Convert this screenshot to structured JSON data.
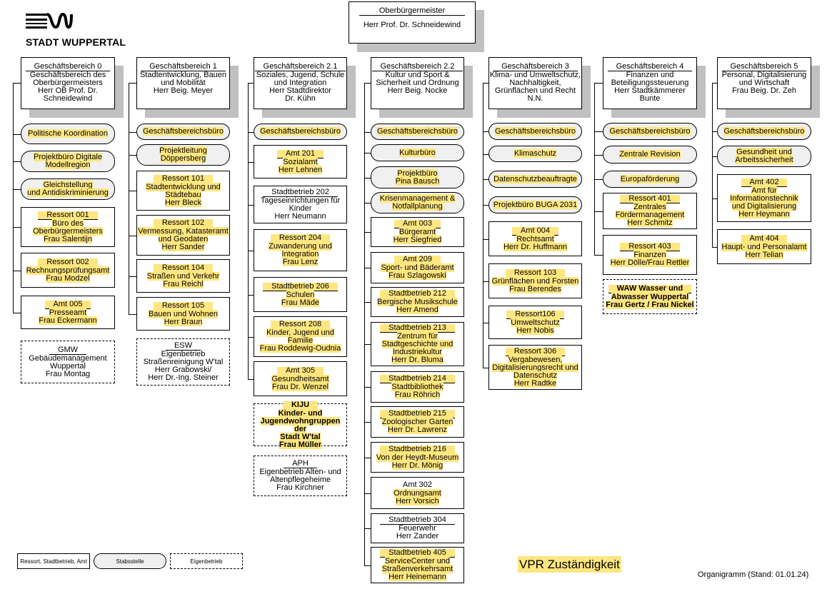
{
  "logo": {
    "name": "STADT WUPPERTAL",
    "icon": "wuppertal-logo"
  },
  "top": {
    "title": "Oberbürgermeister",
    "lines": [
      "Herr Prof. Dr. Schneidewind"
    ]
  },
  "columns": [
    {
      "header": {
        "title": "Geschäftsbereich 0",
        "lines": [
          "Geschäftsbereich des",
          "Oberbürgermeisters",
          "Herr OB Prof. Dr.",
          "Schneidewind"
        ]
      },
      "items": [
        {
          "type": "staff",
          "hl": true,
          "lines": [
            "Politische Koordination"
          ]
        },
        {
          "type": "staff",
          "hl": true,
          "lines": [
            "Projektbüro Digitale",
            "Modellregion"
          ]
        },
        {
          "type": "staff",
          "hl": true,
          "lines": [
            "Gleichstellung",
            "und Antidiskriminierung"
          ]
        },
        {
          "type": "unit",
          "hl": true,
          "title": "Ressort 001",
          "lines": [
            "Büro des",
            "Oberbürgermeisters",
            "Frau Salentijn"
          ]
        },
        {
          "type": "unit",
          "hl": true,
          "title": "Ressort 002",
          "lines": [
            "Rechnungsprüfungsamt",
            "Frau Modzel"
          ]
        },
        {
          "type": "unit",
          "hl": true,
          "title": "Amt 005",
          "lines": [
            "Presseamt",
            "Frau Eckermann"
          ]
        },
        {
          "type": "own",
          "hl": false,
          "title": "GMW",
          "lines": [
            "Gebäudemanagement",
            "Wuppertal",
            "Frau Montag"
          ]
        }
      ]
    },
    {
      "header": {
        "title": "Geschäftsbereich 1",
        "lines": [
          "Stadtentwicklung, Bauen",
          "und Mobilität",
          "Herr Beig. Meyer"
        ]
      },
      "items": [
        {
          "type": "staff",
          "hl": true,
          "lines": [
            "Geschäftsbereichsbüro"
          ]
        },
        {
          "type": "staff",
          "hl": true,
          "lines": [
            "Projektleitung",
            "Döppersberg"
          ]
        },
        {
          "type": "unit",
          "hl": true,
          "title": "Ressort 101",
          "lines": [
            "Stadtentwicklung und",
            "Städtebau",
            "Herr Bleck"
          ]
        },
        {
          "type": "unit",
          "hl": true,
          "title": "Ressort 102",
          "lines": [
            "Vermessung, Katasteramt",
            "und Geodaten",
            "Herr Sander"
          ]
        },
        {
          "type": "unit",
          "hl": true,
          "title": "Ressort 104",
          "lines": [
            "Straßen und Verkehr",
            "Frau Reichl"
          ]
        },
        {
          "type": "unit",
          "hl": true,
          "title": "Ressort 105",
          "lines": [
            "Bauen und Wohnen",
            "Herr Braun"
          ]
        },
        {
          "type": "own",
          "hl": false,
          "title": "ESW",
          "lines": [
            "Eigenbetrieb",
            "Straßenreinigung W'tal",
            "Herr Grabowski/",
            "Herr Dr.-Ing. Steiner"
          ]
        }
      ]
    },
    {
      "header": {
        "title": "Geschäftsbereich 2.1",
        "lines": [
          "Soziales, Jugend, Schule",
          "und Integration",
          "Herr Stadtdirektor",
          "Dr. Kühn"
        ]
      },
      "items": [
        {
          "type": "staff",
          "hl": true,
          "lines": [
            "Geschäftsbereichsbüro"
          ]
        },
        {
          "type": "unit",
          "hl": true,
          "title": "Amt 201",
          "lines": [
            "Sozialamt",
            "Herr Lehnen"
          ]
        },
        {
          "type": "unit",
          "hl": false,
          "title": "Stadtbetrieb 202",
          "lines": [
            "Tageseinrichtungen für",
            "Kinder",
            "Herr Neumann"
          ]
        },
        {
          "type": "unit",
          "hl": true,
          "title": "Ressort 204",
          "lines": [
            "Zuwanderung und",
            "Integration",
            "Frau Lenz"
          ]
        },
        {
          "type": "unit",
          "hl": true,
          "title": "Stadtbetrieb 206",
          "lines": [
            "Schulen",
            "Frau Mäde"
          ]
        },
        {
          "type": "unit",
          "hl": true,
          "title": "Ressort 208",
          "lines": [
            "Kinder, Jugend und",
            "Familie",
            "Frau Roddewig-Oudnia"
          ]
        },
        {
          "type": "unit",
          "hl": true,
          "title": "Amt 305",
          "lines": [
            "Gesundheitsamt",
            "Frau Dr. Wenzel"
          ]
        },
        {
          "type": "own",
          "hl": true,
          "bold": true,
          "title": "KIJU",
          "lines": [
            "Kinder- und",
            "Jugendwohngruppen der",
            "Stadt W'tal",
            "Frau Müller"
          ]
        },
        {
          "type": "own",
          "hl": false,
          "title": "APH",
          "lines": [
            "Eigenbetrieb Alten- und",
            "Altenpflegeheime",
            "Frau Kirchner"
          ]
        }
      ]
    },
    {
      "header": {
        "title": "Geschäftsbereich 2.2",
        "lines": [
          "Kultur und Sport &",
          "Sicherheit und Ordnung",
          "Herr Beig. Nocke"
        ]
      },
      "items": [
        {
          "type": "staff",
          "hl": true,
          "lines": [
            "Geschäftsbereichsbüro"
          ]
        },
        {
          "type": "staff",
          "hl": true,
          "lines": [
            "Kulturbüro"
          ]
        },
        {
          "type": "staff",
          "hl": true,
          "lines": [
            "Projektbüro",
            "Pina Bausch"
          ]
        },
        {
          "type": "staff",
          "hl": true,
          "lines": [
            "Krisenmanagement &",
            "Notfallplanung"
          ]
        },
        {
          "type": "unit",
          "hl": true,
          "title": "Amt 003",
          "lines": [
            "Bürgeramt",
            "Herr Siegfried"
          ]
        },
        {
          "type": "unit",
          "hl": true,
          "title": "Amt 209",
          "lines": [
            "Sport- und Bäderamt",
            "Frau Szlagowski"
          ]
        },
        {
          "type": "unit",
          "hl": true,
          "title": "Stadtbetrieb 212",
          "lines": [
            "Bergische Musikschule",
            "Herr Amend"
          ]
        },
        {
          "type": "unit",
          "hl": true,
          "title": "Stadtbetrieb 213",
          "lines": [
            "Zentrum für",
            "Stadtgeschichte und",
            "Industriekultur",
            "Herr Dr. Bluma"
          ]
        },
        {
          "type": "unit",
          "hl": true,
          "title": "Stadtbetrieb 214",
          "lines": [
            "Stadtbibliothek",
            "Frau Röhrich"
          ]
        },
        {
          "type": "unit",
          "hl": true,
          "title": "Stadtbetrieb 215",
          "lines": [
            "Zoologischer Garten",
            "Herr Dr. Lawrenz"
          ]
        },
        {
          "type": "unit",
          "hl": true,
          "title": "Stadtbetrieb 216",
          "lines": [
            "Von der Heydt-Museum",
            "Herr Dr. Mönig"
          ]
        },
        {
          "type": "unit",
          "hl": true,
          "hl_title": false,
          "title": "Amt 302",
          "lines": [
            "Ordnungsamt",
            "Herr Vorsich"
          ]
        },
        {
          "type": "unit",
          "hl": false,
          "title": "Stadtbetrieb 304",
          "lines": [
            "Feuerwehr",
            "Herr Zander"
          ]
        },
        {
          "type": "unit",
          "hl": true,
          "title": "Stadtbetrieb 405",
          "lines": [
            "ServiceCenter und",
            "Straßenverkehrsamt",
            "Herr Heinemann"
          ]
        }
      ]
    },
    {
      "header": {
        "title": "Geschäftsbereich 3",
        "lines": [
          "Klima- und Umweltschutz,",
          "Nachhaltigkeit,",
          "Grünflächen und Recht",
          "N.N."
        ]
      },
      "items": [
        {
          "type": "staff",
          "hl": true,
          "lines": [
            "Geschäftsbereichsbüro"
          ]
        },
        {
          "type": "staff",
          "hl": true,
          "lines": [
            "Klimaschutz"
          ]
        },
        {
          "type": "staff",
          "hl": true,
          "lines": [
            "Datenschutzbeauftragte"
          ]
        },
        {
          "type": "staff",
          "hl": true,
          "lines": [
            "Projektbüro BUGA 2031"
          ]
        },
        {
          "type": "unit",
          "hl": true,
          "title": "Amt 004",
          "lines": [
            "Rechtsamt",
            "Herr Dr. Huffmann"
          ]
        },
        {
          "type": "unit",
          "hl": true,
          "title": "Ressort 103",
          "lines": [
            "Grünflächen und Forsten",
            "Frau Berendes"
          ]
        },
        {
          "type": "unit",
          "hl": true,
          "title": "Ressort106",
          "lines": [
            "Umweltschutz",
            "Herr Nobis"
          ]
        },
        {
          "type": "unit",
          "hl": true,
          "title": "Ressort 306",
          "lines": [
            "Vergabewesen,",
            "Digitalisierungsrecht und",
            "Datenschutz",
            "Herr Radtke"
          ]
        }
      ]
    },
    {
      "header": {
        "title": "Geschäftsbereich 4",
        "lines": [
          "Finanzen und",
          "Beteiligungssteuerung",
          "Herr Stadtkämmerer",
          "Bunte"
        ]
      },
      "items": [
        {
          "type": "staff",
          "hl": true,
          "lines": [
            "Geschäftsbereichsbüro"
          ]
        },
        {
          "type": "staff",
          "hl": true,
          "lines": [
            "Zentrale Revision"
          ]
        },
        {
          "type": "staff",
          "hl": true,
          "lines": [
            "Europaförderung"
          ]
        },
        {
          "type": "unit",
          "hl": true,
          "title": "Ressort 401",
          "lines": [
            "Zentrales",
            "Fördermanagement",
            "Herr Schmitz"
          ]
        },
        {
          "type": "unit",
          "hl": true,
          "title": "Ressort 403",
          "lines": [
            "Finanzen",
            "Herr Dölle/Frau Rettler"
          ]
        },
        {
          "type": "own",
          "hl": true,
          "bold": true,
          "title": "WAW Wasser und",
          "lines": [
            "Abwasser Wuppertal",
            "Frau Gertz / Frau Nickel"
          ]
        }
      ]
    },
    {
      "header": {
        "title": "Geschäftsbereich 5",
        "lines": [
          "Personal, Digitalisierung",
          "und Wirtschaft",
          "Frau Beig. Dr. Zeh"
        ]
      },
      "items": [
        {
          "type": "staff",
          "hl": true,
          "lines": [
            "Geschäftsbereichsbüro"
          ]
        },
        {
          "type": "staff",
          "hl": true,
          "lines": [
            "Gesundheit und",
            "Arbeitssicherheit"
          ]
        },
        {
          "type": "unit",
          "hl": true,
          "title": "Amt 402",
          "lines": [
            "Amt für",
            "Informationstechnik",
            "und Digitalisierung",
            "Herr Heymann"
          ]
        },
        {
          "type": "unit",
          "hl": true,
          "title": "Amt 404",
          "lines": [
            "Haupt- und Personalamt",
            "Herr Telian"
          ]
        }
      ]
    }
  ],
  "legend": {
    "unit": "Ressort, Stadtbetrieb, Amt",
    "staff": "Stabsstelle",
    "own": "Eigenbetrieb"
  },
  "vpr": "VPR Zuständigkeit",
  "stand": "Organigramm (Stand: 01.01.24)",
  "colors": {
    "highlight": "#ffe680",
    "staff_bg": "#f0f0f0",
    "shadow": "#c0c0c0"
  }
}
